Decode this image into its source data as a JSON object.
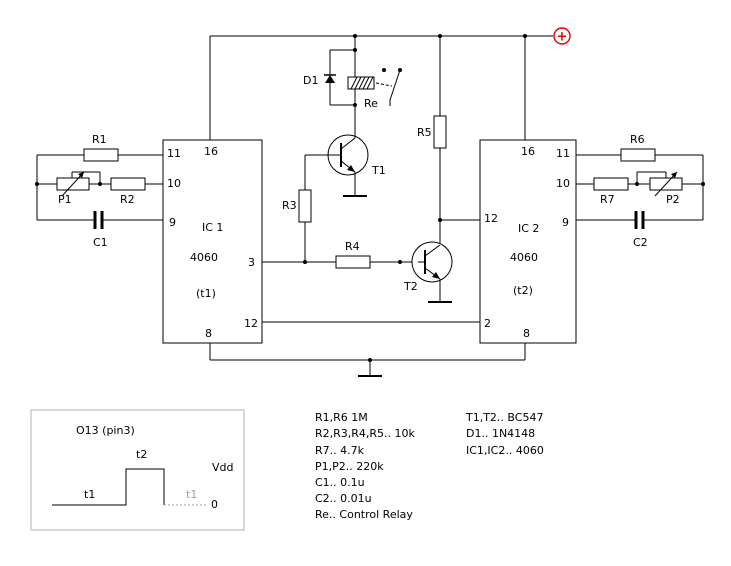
{
  "ic1": {
    "name": "IC 1",
    "part": "4060",
    "timing": "(t1)",
    "pins": {
      "p16": "16",
      "p11": "11",
      "p10": "10",
      "p9": "9",
      "p3": "3",
      "p12": "12",
      "p8": "8"
    }
  },
  "ic2": {
    "name": "IC 2",
    "part": "4060",
    "timing": "(t2)",
    "pins": {
      "p16": "16",
      "p11": "11",
      "p10": "10",
      "p9": "9",
      "p12": "12",
      "p2": "2",
      "p8": "8"
    }
  },
  "labels": {
    "R1": "R1",
    "R2": "R2",
    "R3": "R3",
    "R4": "R4",
    "R5": "R5",
    "R6": "R6",
    "R7": "R7",
    "P1": "P1",
    "P2": "P2",
    "C1": "C1",
    "C2": "C2",
    "T1": "T1",
    "T2": "T2",
    "D1": "D1",
    "Re": "Re",
    "plus": "+"
  },
  "timing": {
    "title": "O13 (pin3)",
    "t1": "t1",
    "t2": "t2",
    "t1_grey": "t1",
    "vdd": "Vdd",
    "zero": "0"
  },
  "parts_left": [
    "R1,R6  1M",
    "R2,R3,R4,R5.. 10k",
    "R7.. 4.7k",
    "P1,P2.. 220k",
    "C1.. 0.1u",
    "C2.. 0.01u",
    "Re.. Control Relay"
  ],
  "parts_right": [
    "T1,T2.. BC547",
    "D1.. 1N4148",
    "IC1,IC2.. 4060"
  ],
  "colors": {
    "supply": "#e00000",
    "line": "#000000",
    "grey": "#a0a0a0"
  }
}
